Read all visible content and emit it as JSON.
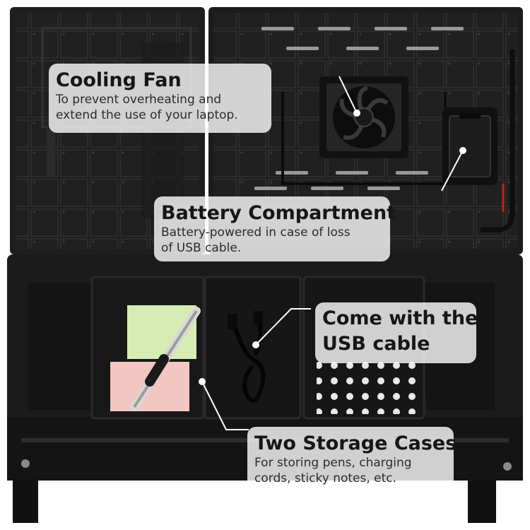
{
  "callouts": {
    "cooling_fan": {
      "title": "Cooling Fan",
      "desc_line1": "To prevent overheating and",
      "desc_line2": "extend the use of your laptop."
    },
    "battery": {
      "title": "Battery Compartment",
      "desc_line1": "Battery-powered in case of loss",
      "desc_line2": "of USB cable."
    },
    "usb": {
      "title_line1": "Come with the",
      "title_line2": "USB cable"
    },
    "storage": {
      "title": "Two Storage Cases",
      "desc_line1": "For storing pens, charging",
      "desc_line2": "cords, sticky notes, etc."
    }
  },
  "colors": {
    "product_body": "#1d1d1d",
    "sticky_note_green": "#d6ecb4",
    "sticky_note_pink": "#f2c6c1",
    "callout_bg": "#ffffff",
    "leader_line": "#ffffff"
  },
  "icons": [
    "fan-icon",
    "battery-icon",
    "usb-cable-icon",
    "pen-icon"
  ]
}
